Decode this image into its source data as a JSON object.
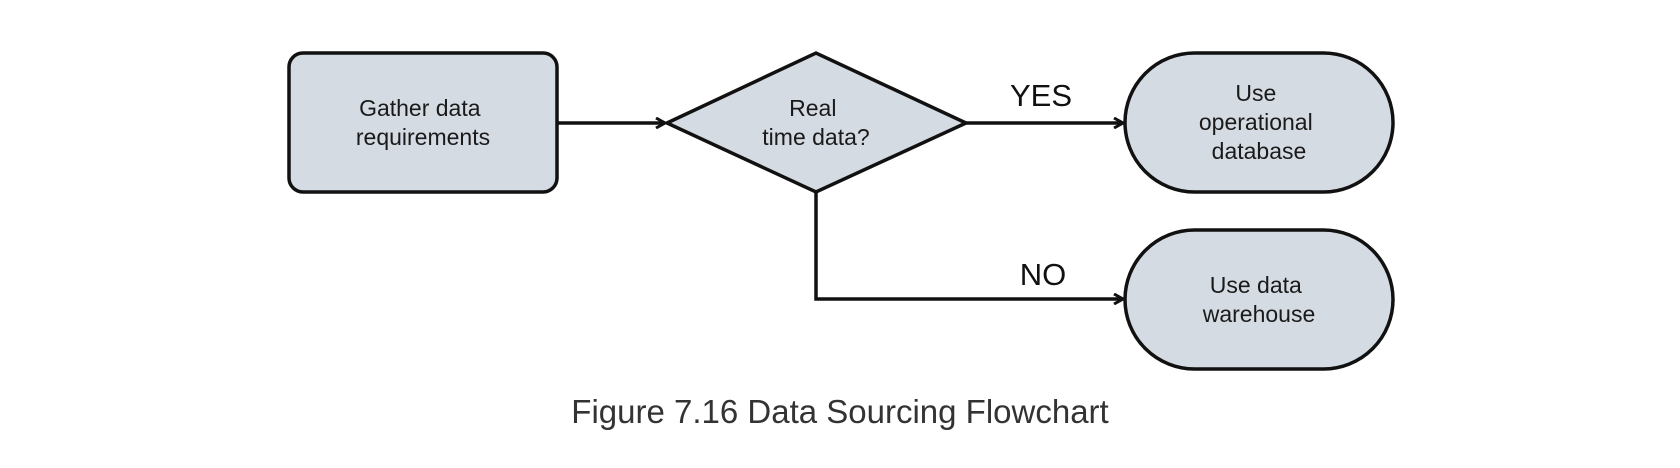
{
  "colors": {
    "node_fill": "#d5dbe3",
    "stroke": "#111111",
    "caption_text": "#333333"
  },
  "nodes": {
    "gather": {
      "shape": "rounded-rectangle",
      "lines": [
        "Gather data",
        "requirements"
      ]
    },
    "decision": {
      "shape": "diamond",
      "lines": [
        "Real",
        "time data?"
      ]
    },
    "operational": {
      "shape": "stadium",
      "lines": [
        "Use",
        "operational",
        "database"
      ]
    },
    "warehouse": {
      "shape": "stadium",
      "lines": [
        "Use data",
        "warehouse"
      ]
    }
  },
  "edges": {
    "yes_label": "YES",
    "no_label": "NO"
  },
  "caption": "Figure 7.16 Data Sourcing Flowchart"
}
